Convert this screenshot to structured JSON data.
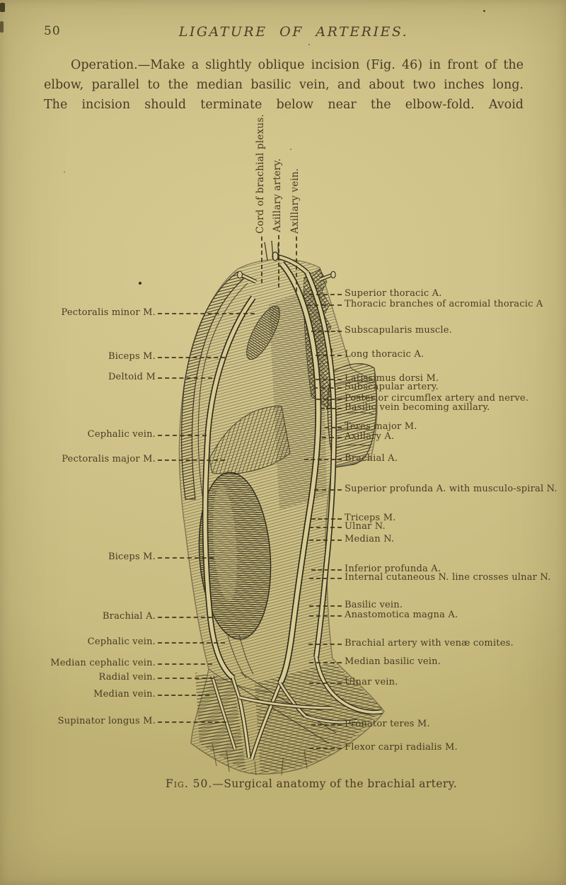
{
  "page": {
    "number": "50",
    "running_title": "LIGATURE OF ARTERIES.",
    "paragraph_lines": [
      "Operation.—Make a slightly oblique incision (Fig. 46) in front of the",
      "elbow, parallel to the median basilic vein, and about two inches long.",
      "The incision should terminate below near the elbow-fold.  Avoid"
    ]
  },
  "figure": {
    "top_labels": [
      "Cord of brachial plexus.",
      "Axillary artery.",
      "Axillary vein."
    ],
    "left_labels": [
      "Pectoralis minor M.",
      "Biceps M.",
      "Deltoid M",
      "Cephalic vein.",
      "Pectoralis major M.",
      "Biceps M.",
      "Brachial A.",
      "Cephalic vein.",
      "Median cephalic vein.",
      "Radial vein.",
      "Median vein.",
      "Supinator longus M."
    ],
    "right_labels": [
      "Superior thoracic A.",
      "Thoracic branches of acromial thoracic A",
      "Subscapularis muscle.",
      "Long thoracic A.",
      "Latissimus dorsi M.",
      "Subscapular artery.",
      "Posterior circumflex artery and nerve.",
      "Basilic vein becoming axillary.",
      "Teres major M.",
      "Axillary A.",
      "Brachial A.",
      "Superior profunda A. with musculo-spiral N.",
      "Triceps M.",
      "Ulnar N.",
      "Median N.",
      "Inferior profunda A.",
      "Internal cutaneous N. line crosses ulnar N.",
      "Basilic vein.",
      "Anastomotica magna A.",
      "Brachial artery with venæ comites.",
      "Median basilic vein.",
      "Ulnar vein.",
      "Pronator teres M.",
      "Flexor carpi radialis M."
    ],
    "caption_lead": "Fig. 50.",
    "caption_rest": "—Surgical anatomy of the brachial artery."
  },
  "colors": {
    "paper": "#cfc288",
    "ink": "#453b24",
    "engraving": "#332d1e"
  }
}
